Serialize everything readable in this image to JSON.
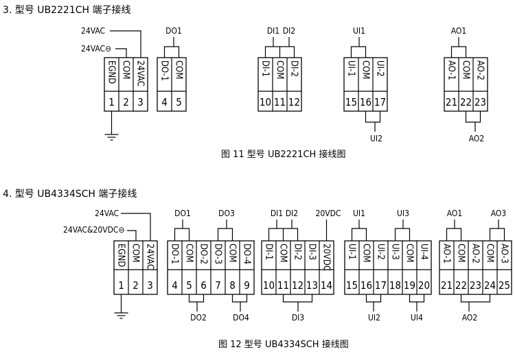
{
  "section3": {
    "heading": "3. 型号 UB2221CH 端子接线",
    "caption": "图 11 型号 UB2221CH 接线图",
    "supply_labels": [
      "24VAC",
      "24VAC⊖"
    ],
    "blocks": [
      {
        "terminals": [
          {
            "name": "EGND",
            "num": "1"
          },
          {
            "name": "COM",
            "num": "2"
          },
          {
            "name": "24VAC",
            "num": "3"
          }
        ]
      },
      {
        "terminals": [
          {
            "name": "DO-1",
            "num": "4"
          },
          {
            "name": "COM",
            "num": "5"
          }
        ]
      },
      {
        "terminals": [
          {
            "name": "DI-1",
            "num": "10"
          },
          {
            "name": "COM",
            "num": "11"
          },
          {
            "name": "DI-2",
            "num": "12"
          }
        ]
      },
      {
        "terminals": [
          {
            "name": "UI-1",
            "num": "15"
          },
          {
            "name": "COM",
            "num": "16"
          },
          {
            "name": "UI-2",
            "num": "17"
          }
        ]
      },
      {
        "terminals": [
          {
            "name": "AO-1",
            "num": "21"
          },
          {
            "name": "COM",
            "num": "22"
          },
          {
            "name": "AO-2",
            "num": "23"
          }
        ]
      }
    ],
    "signals_top": [
      "DO1",
      "DI1",
      "DI2",
      "UI1",
      "AO1"
    ],
    "signals_bottom": [
      "UI2",
      "AO2"
    ]
  },
  "section4": {
    "heading": "4. 型号 UB4334SCH 端子接线",
    "caption": "图 12 型号 UB4334SCH 接线图",
    "supply_labels": [
      "24VAC",
      "24VAC&20VDC⊖"
    ],
    "blocks": [
      {
        "terminals": [
          {
            "name": "EGND",
            "num": "1"
          },
          {
            "name": "COM",
            "num": "2"
          },
          {
            "name": "24VAC",
            "num": "3"
          }
        ]
      },
      {
        "terminals": [
          {
            "name": "DO-1",
            "num": "4"
          },
          {
            "name": "COM",
            "num": "5"
          },
          {
            "name": "DO-2",
            "num": "6"
          },
          {
            "name": "DO-3",
            "num": "7"
          },
          {
            "name": "COM",
            "num": "8"
          },
          {
            "name": "DO-4",
            "num": "9"
          }
        ]
      },
      {
        "terminals": [
          {
            "name": "DI-1",
            "num": "10"
          },
          {
            "name": "COM",
            "num": "11"
          },
          {
            "name": "DI-2",
            "num": "12"
          },
          {
            "name": "DI-3",
            "num": "13"
          },
          {
            "name": "20VDC",
            "num": "14"
          }
        ]
      },
      {
        "terminals": [
          {
            "name": "UI-1",
            "num": "15"
          },
          {
            "name": "COM",
            "num": "16"
          },
          {
            "name": "UI-2",
            "num": "17"
          },
          {
            "name": "UI-3",
            "num": "18"
          },
          {
            "name": "COM",
            "num": "19"
          },
          {
            "name": "UI-4",
            "num": "20"
          }
        ]
      },
      {
        "terminals": [
          {
            "name": "AO-1",
            "num": "21"
          },
          {
            "name": "COM",
            "num": "22"
          },
          {
            "name": "AO-2",
            "num": "23"
          },
          {
            "name": "COM",
            "num": "24"
          },
          {
            "name": "AO-3",
            "num": "25"
          }
        ]
      }
    ],
    "signals_top": [
      "DO1",
      "DO3",
      "DI1",
      "DI2",
      "20VDC",
      "UI1",
      "UI3",
      "AO1",
      "AO3"
    ],
    "signals_bottom": [
      "DO2",
      "DO4",
      "DI3",
      "UI2",
      "UI4",
      "AO2"
    ]
  }
}
